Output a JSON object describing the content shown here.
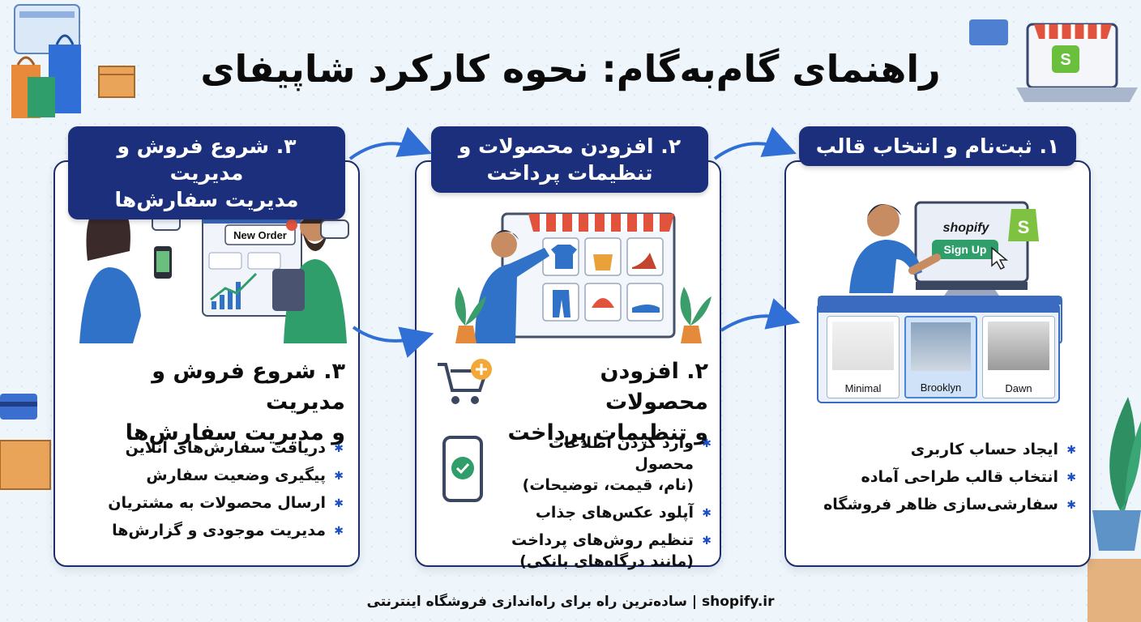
{
  "title": "راهنمای گام‌به‌گام: نحوه کارکرد شاپیفای",
  "colors": {
    "navy": "#1b2f7d",
    "accent_blue": "#2f6fd6",
    "bg": "#eef5fb"
  },
  "steps": [
    {
      "badge": "۱. ثبت‌نام و انتخاب قالب",
      "illustration": {
        "brand": "shopify",
        "button": "Sign Up",
        "themes": [
          "Minimal",
          "Brooklyn",
          "Dawn"
        ]
      },
      "bullets": [
        "ایجاد حساب کاربری",
        "انتخاب قالب طراحی آماده",
        "سفارشی‌سازی ظاهر فروشگاه"
      ]
    },
    {
      "badge": "۲. افزودن محصولات و\nتنظیمات پرداخت",
      "heading": "۲. افزودن محصولات\nو تنظیمات پرداخت",
      "bullets": [
        "وارد کردن اطلاعات محصول\n(نام، قیمت، توضیحات)",
        "آپلود عکس‌های جذاب",
        "تنظیم روش‌های پرداخت\n(مانند درگاه‌های بانکی)"
      ]
    },
    {
      "badge": "۳. شروع فروش و مدیریت\nمدیریت سفارش‌ها",
      "heading": "۳. شروع فروش و مدیریت\nو مدیریت سفارش‌ها",
      "illustration": {
        "notice": "New Order"
      },
      "bullets": [
        "دریافت سفارش‌های آنلاین",
        "پیگیری وضعیت سفارش",
        "ارسال محصولات به مشتریان",
        "مدیریت موجودی و گزارش‌ها"
      ]
    }
  ],
  "footer": "shopify.ir | ساده‌ترین راه برای راه‌اندازی فروشگاه اینترنتی"
}
